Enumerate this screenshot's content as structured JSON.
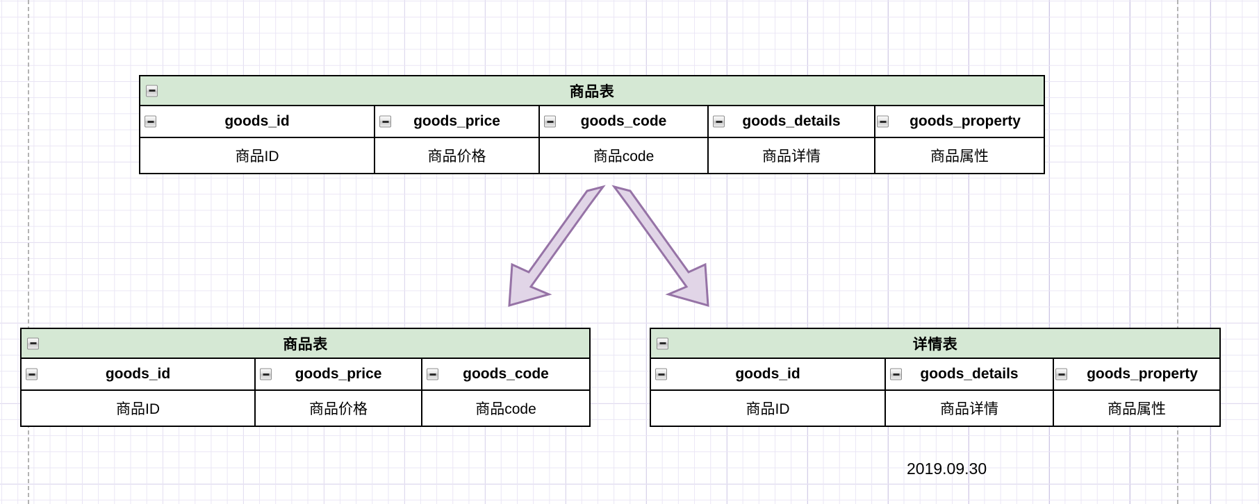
{
  "canvas": {
    "grid": "on",
    "background_color": "#ffffff",
    "grid_minor_color": "#eae6f5",
    "grid_major_color": "#c9c2e0",
    "page_guide_color": "#b3b3b3"
  },
  "theme": {
    "entity_header_fill": "#d5e8d4",
    "entity_header_stroke": "#82b366",
    "entity_border": "#000000",
    "arrow_fill": "#e1d5e7",
    "arrow_stroke": "#9673a6"
  },
  "icons": {
    "collapse": "minus-box-icon"
  },
  "entities": [
    {
      "id": "goods-table-top",
      "title": "商品表",
      "columns": [
        {
          "name": "goods_id",
          "comment": "商品ID"
        },
        {
          "name": "goods_price",
          "comment": "商品价格"
        },
        {
          "name": "goods_code",
          "comment": "商品code"
        },
        {
          "name": "goods_details",
          "comment": "商品详情"
        },
        {
          "name": "goods_property",
          "comment": "商品属性"
        }
      ]
    },
    {
      "id": "goods-table-split",
      "title": "商品表",
      "columns": [
        {
          "name": "goods_id",
          "comment": "商品ID"
        },
        {
          "name": "goods_price",
          "comment": "商品价格"
        },
        {
          "name": "goods_code",
          "comment": "商品code"
        }
      ]
    },
    {
      "id": "details-table-split",
      "title": "详情表",
      "columns": [
        {
          "name": "goods_id",
          "comment": "商品ID"
        },
        {
          "name": "goods_details",
          "comment": "商品详情"
        },
        {
          "name": "goods_property",
          "comment": "商品属性"
        }
      ]
    }
  ],
  "arrows": [
    {
      "id": "arrow-to-goods-table",
      "direction": "down-left"
    },
    {
      "id": "arrow-to-details-table",
      "direction": "down-right"
    }
  ],
  "caption": {
    "date": "2019.09.30"
  }
}
